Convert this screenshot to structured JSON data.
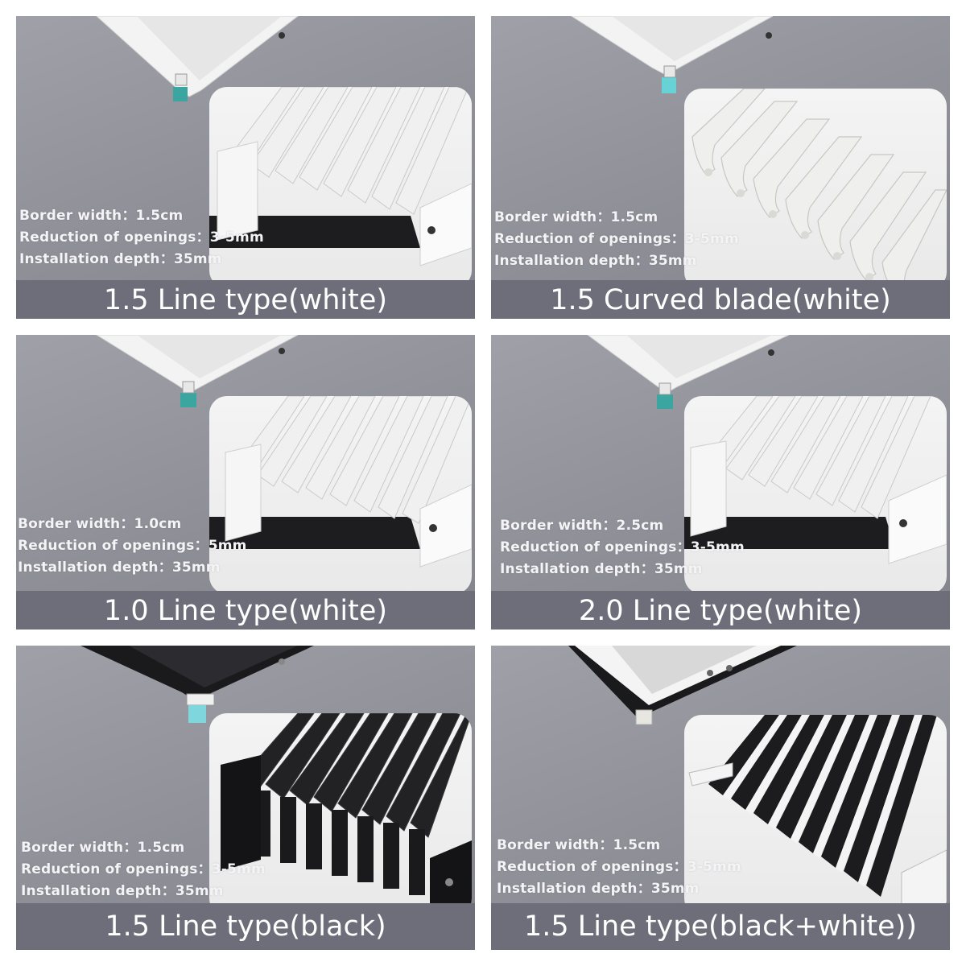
{
  "panels": [
    {
      "title": "1.5 Line type(white)",
      "specs": [
        "Border width：1.5cm",
        "Reduction of openings：3-5mm",
        "Installation depth：35mm"
      ],
      "frame_color": "#f2f2f2",
      "blade_color": "#f0f0f0",
      "slot_color": "#1d1d1f",
      "clip_color": "#3ba5a0"
    },
    {
      "title": "1.5 Curved blade(white)",
      "specs": [
        "Border width：1.5cm",
        "Reduction of openings：3-5mm",
        "Installation depth：35mm"
      ],
      "frame_color": "#f2f2f2",
      "blade_color": "#efefed",
      "slot_color": "#efefed",
      "clip_color": "#67d3d6"
    },
    {
      "title": "1.0 Line type(white)",
      "specs": [
        "Border width：1.0cm",
        "Reduction of openings：5mm",
        "Installation depth：35mm"
      ],
      "frame_color": "#f2f2f2",
      "blade_color": "#f0f0f0",
      "slot_color": "#1d1d1f",
      "clip_color": "#3ba5a0"
    },
    {
      "title": "2.0 Line type(white)",
      "specs": [
        "Border width：2.5cm",
        "Reduction of openings：3-5mm",
        "Installation depth：35mm"
      ],
      "frame_color": "#f2f2f2",
      "blade_color": "#f0f0f0",
      "slot_color": "#1d1d1f",
      "clip_color": "#3ba5a0"
    },
    {
      "title": "1.5 Line type(black)",
      "specs": [
        "Border width：1.5cm",
        "Reduction of openings：3-5mm",
        "Installation depth：35mm"
      ],
      "frame_color": "#1a1a1c",
      "blade_color": "#222224",
      "slot_color": "#0e0e10",
      "clip_color": "#7fd6dc"
    },
    {
      "title": "1.5 Line type(black+white))",
      "specs": [
        "Border width：1.5cm",
        "Reduction of openings：3-5mm",
        "Installation depth：35mm"
      ],
      "frame_color": "#f4f4f4",
      "blade_color": "#1c1c1e",
      "slot_color": "#f4f4f4",
      "clip_color": "#e8e6e0"
    }
  ]
}
